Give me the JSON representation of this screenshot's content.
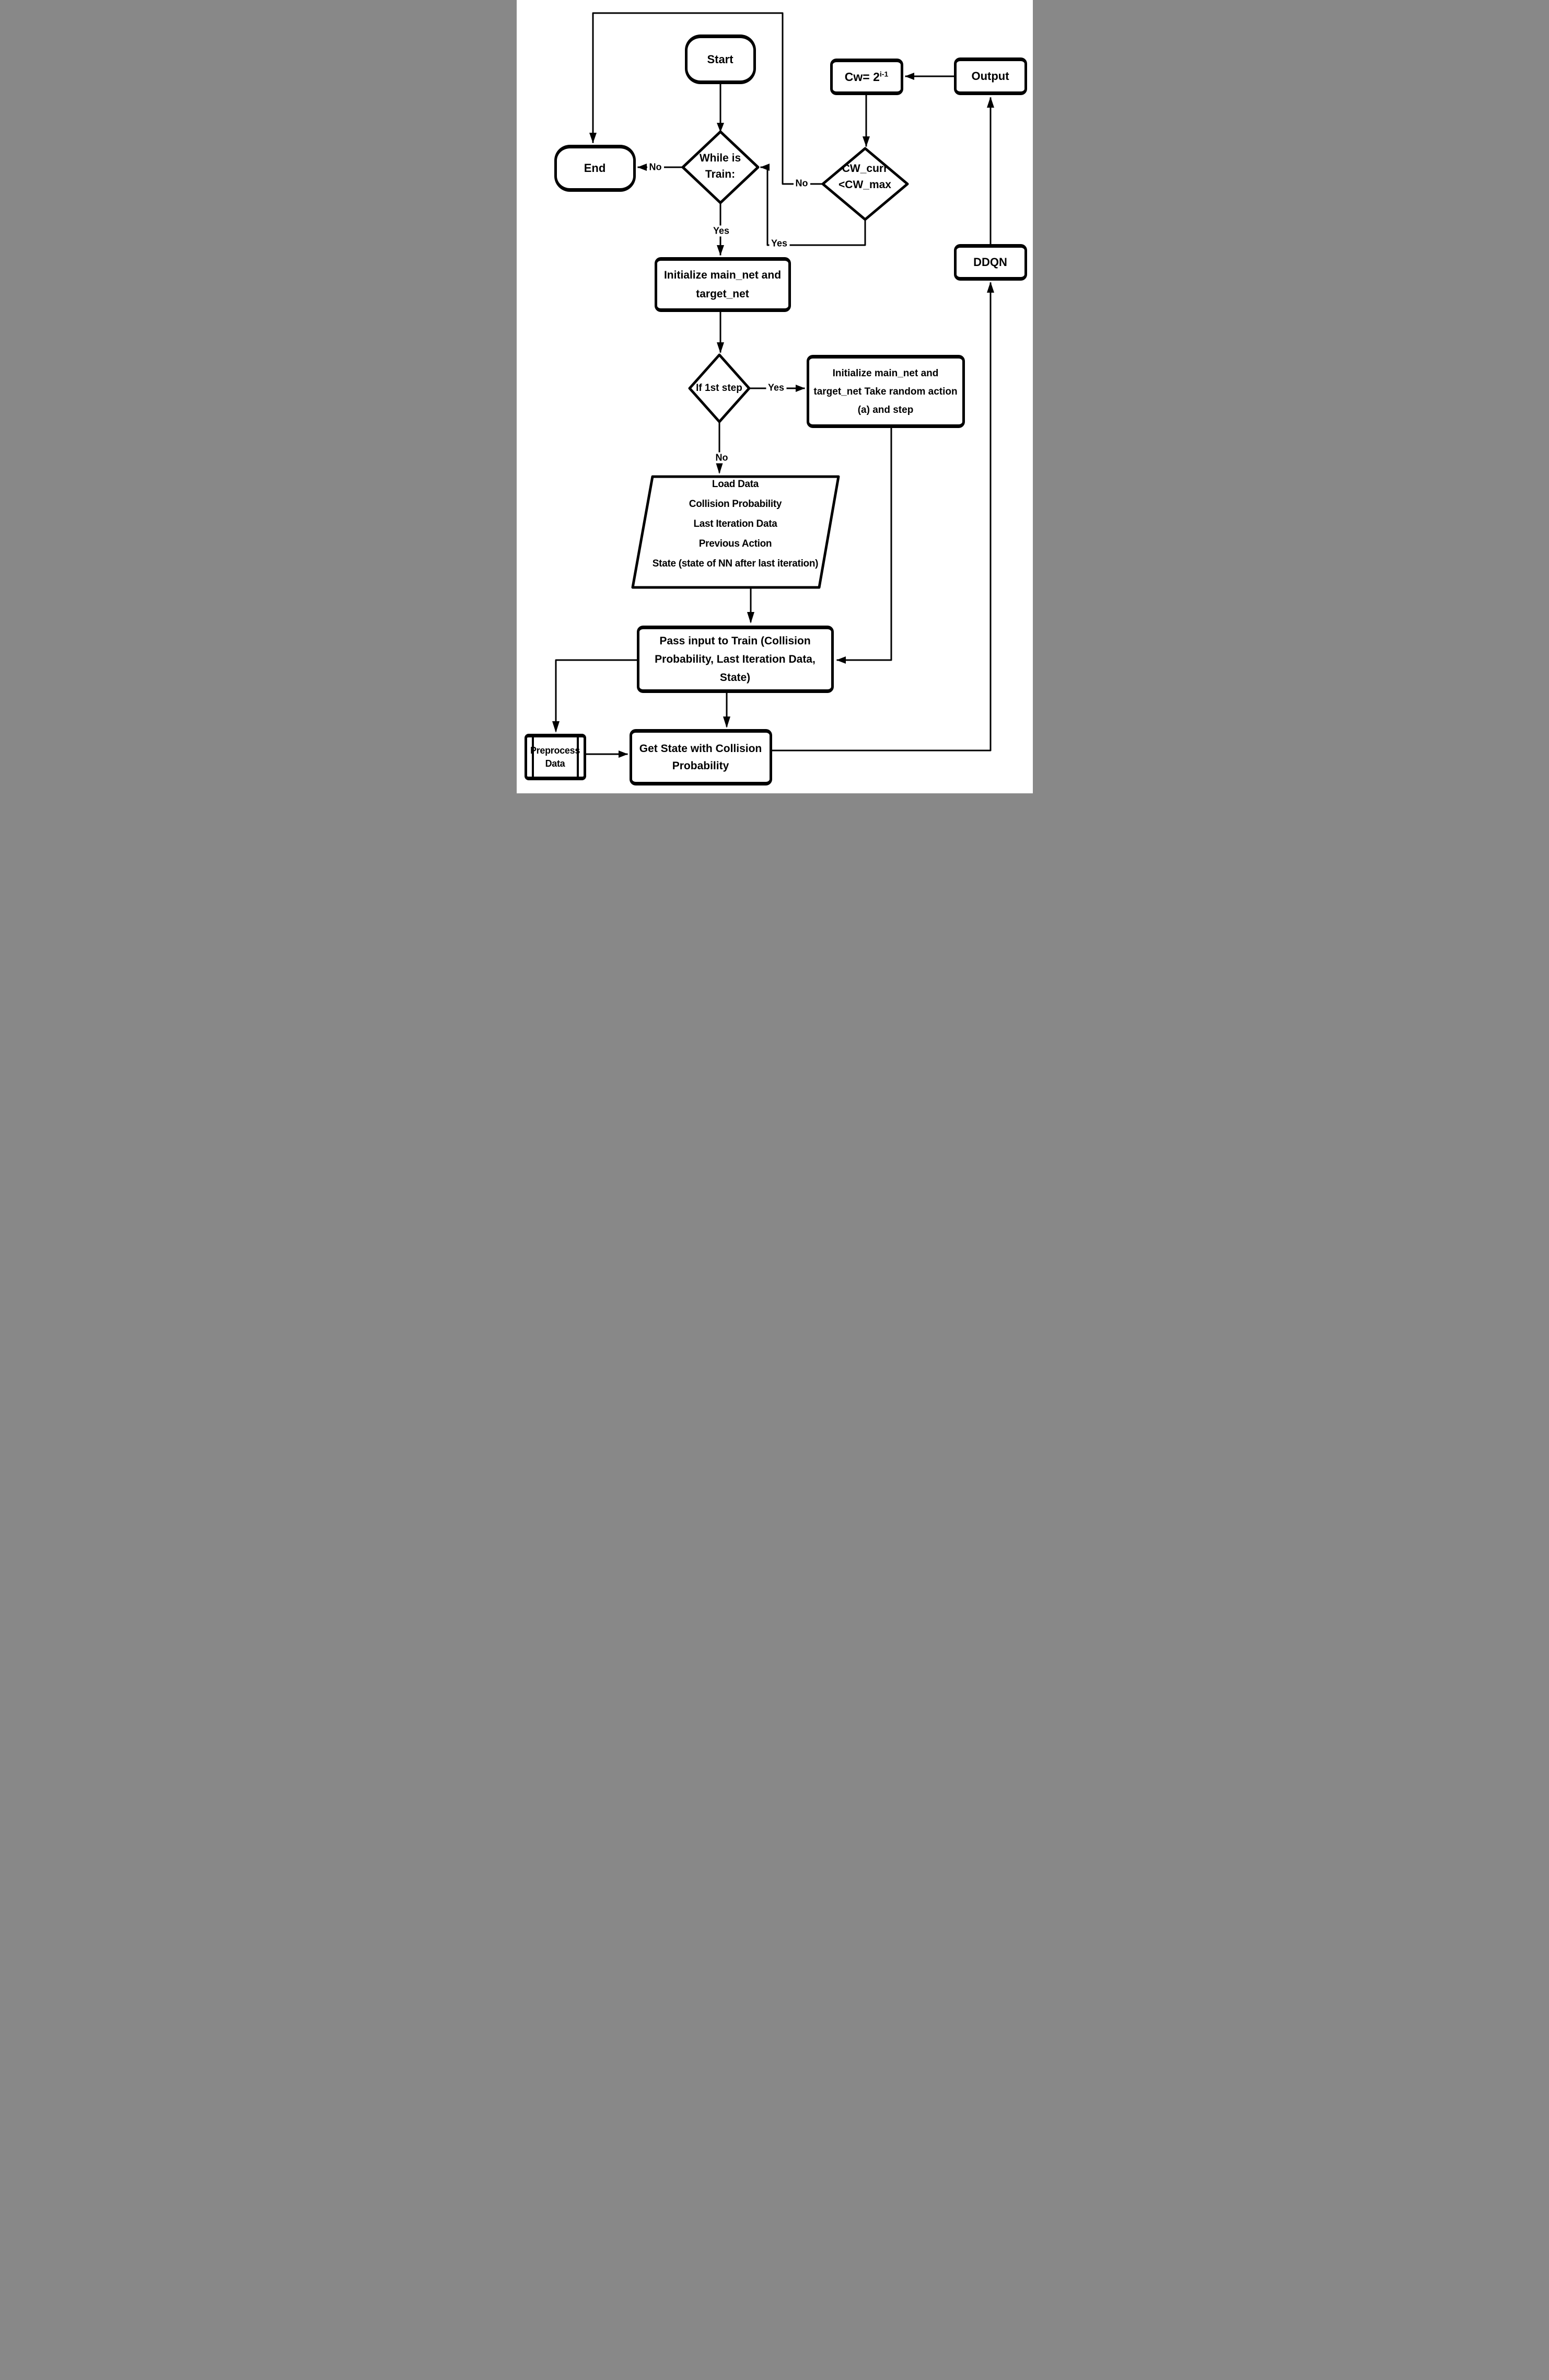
{
  "colors": {
    "stroke": "#000000",
    "background": "#ffffff"
  },
  "nodes": {
    "start": {
      "label": "Start"
    },
    "end": {
      "label": "End"
    },
    "cw_update": {
      "label_base": "Cw= 2",
      "label_superscript": "i-1"
    },
    "output": {
      "label": "Output"
    },
    "ddqn": {
      "label": "DDQN"
    },
    "while_train": {
      "lines": [
        "While is",
        "Train:"
      ]
    },
    "cw_check": {
      "lines": [
        "CW_curr",
        "<CW_max"
      ]
    },
    "if_first_step": {
      "label": "If 1st step"
    },
    "init_nets": {
      "lines": [
        "Initialize main_net and",
        "target_net"
      ]
    },
    "random_action": {
      "lines": [
        "Initialize main_net and",
        "target_net Take random action",
        "(a) and step"
      ]
    },
    "load_data": {
      "lines": [
        "Load Data",
        "Collision Probability",
        "Last Iteration Data",
        "Previous Action",
        "State (state of NN after last iteration)"
      ]
    },
    "pass_input": {
      "lines": [
        "Pass input to Train (Collision",
        "Probability, Last Iteration Data,",
        "State)"
      ]
    },
    "preprocess": {
      "lines": [
        "Preprocess",
        "Data"
      ]
    },
    "get_state": {
      "lines": [
        "Get State with Collision",
        "Probability"
      ]
    }
  },
  "edge_labels": {
    "while_no": "No",
    "while_yes": "Yes",
    "cw_no": "No",
    "cw_yes": "Yes",
    "if_yes": "Yes",
    "if_no": "No"
  }
}
